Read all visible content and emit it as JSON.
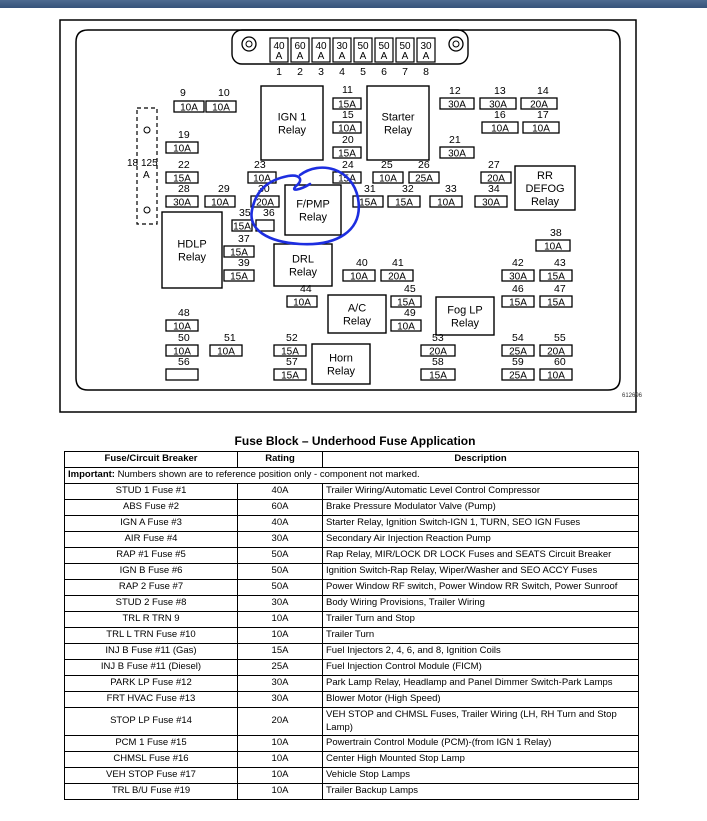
{
  "diagram": {
    "top_fuses": [
      {
        "position": "1",
        "rating": "40 A"
      },
      {
        "position": "2",
        "rating": "60 A"
      },
      {
        "position": "3",
        "rating": "40 A"
      },
      {
        "position": "4",
        "rating": "30 A"
      },
      {
        "position": "5",
        "rating": "50 A"
      },
      {
        "position": "6",
        "rating": "50 A"
      },
      {
        "position": "7",
        "rating": "50 A"
      },
      {
        "position": "8",
        "rating": "30 A"
      }
    ],
    "fuses": [
      {
        "position": "9",
        "rating": "10A"
      },
      {
        "position": "10",
        "rating": "10A"
      },
      {
        "position": "11",
        "rating": "15A"
      },
      {
        "position": "15",
        "rating": "10A"
      },
      {
        "position": "20",
        "rating": "15A"
      },
      {
        "position": "12",
        "rating": "30A"
      },
      {
        "position": "13",
        "rating": "30A"
      },
      {
        "position": "14",
        "rating": "20A"
      },
      {
        "position": "16",
        "rating": "10A"
      },
      {
        "position": "17",
        "rating": "10A"
      },
      {
        "position": "19",
        "rating": "10A"
      },
      {
        "position": "21",
        "rating": "30A"
      },
      {
        "position": "22",
        "rating": "15A"
      },
      {
        "position": "23",
        "rating": "10A"
      },
      {
        "position": "24",
        "rating": "15A"
      },
      {
        "position": "25",
        "rating": "10A"
      },
      {
        "position": "26",
        "rating": "25A"
      },
      {
        "position": "27",
        "rating": "20A"
      },
      {
        "position": "28",
        "rating": "30A"
      },
      {
        "position": "29",
        "rating": "10A"
      },
      {
        "position": "30",
        "rating": "20A"
      },
      {
        "position": "31",
        "rating": "15A"
      },
      {
        "position": "32",
        "rating": "15A"
      },
      {
        "position": "33",
        "rating": "10A"
      },
      {
        "position": "34",
        "rating": "30A"
      },
      {
        "position": "35",
        "rating": "15A"
      },
      {
        "position": "36",
        "rating": ""
      },
      {
        "position": "37",
        "rating": "15A"
      },
      {
        "position": "38",
        "rating": "10A"
      },
      {
        "position": "39",
        "rating": "15A"
      },
      {
        "position": "40",
        "rating": "10A"
      },
      {
        "position": "41",
        "rating": "20A"
      },
      {
        "position": "42",
        "rating": "30A"
      },
      {
        "position": "43",
        "rating": "15A"
      },
      {
        "position": "44",
        "rating": "10A"
      },
      {
        "position": "45",
        "rating": "15A"
      },
      {
        "position": "46",
        "rating": "15A"
      },
      {
        "position": "47",
        "rating": "15A"
      },
      {
        "position": "48",
        "rating": "10A"
      },
      {
        "position": "49",
        "rating": "10A"
      },
      {
        "position": "50",
        "rating": "10A"
      },
      {
        "position": "51",
        "rating": "10A"
      },
      {
        "position": "52",
        "rating": "15A"
      },
      {
        "position": "53",
        "rating": "20A"
      },
      {
        "position": "54",
        "rating": "25A"
      },
      {
        "position": "55",
        "rating": "20A"
      },
      {
        "position": "56",
        "rating": ""
      },
      {
        "position": "57",
        "rating": "15A"
      },
      {
        "position": "58",
        "rating": "15A"
      },
      {
        "position": "59",
        "rating": "25A"
      },
      {
        "position": "60",
        "rating": "10A"
      }
    ],
    "relays": [
      {
        "label": [
          "IGN 1",
          "Relay"
        ]
      },
      {
        "label": [
          "Starter",
          "Relay"
        ]
      },
      {
        "label": [
          "F/PMP",
          "Relay"
        ]
      },
      {
        "label": [
          "RR",
          "DEFOG",
          "Relay"
        ]
      },
      {
        "label": [
          "HDLP",
          "Relay"
        ]
      },
      {
        "label": [
          "DRL",
          "Relay"
        ]
      },
      {
        "label": [
          "A/C",
          "Relay"
        ]
      },
      {
        "label": [
          "Fog LP",
          "Relay"
        ]
      },
      {
        "label": [
          "Horn",
          "Relay"
        ]
      }
    ],
    "connector_label": [
      "18",
      "125",
      "A"
    ],
    "image_code": "612696"
  },
  "table": {
    "title": "Fuse Block – Underhood Fuse Application",
    "headers": [
      "Fuse/Circuit Breaker",
      "Rating",
      "Description"
    ],
    "important_label": "Important:",
    "important_text": " Numbers shown are to reference position only - component not marked.",
    "rows": [
      [
        "STUD 1 Fuse #1",
        "40A",
        "Trailer Wiring/Automatic Level Control Compressor"
      ],
      [
        "ABS Fuse #2",
        "60A",
        "Brake Pressure Modulator Valve (Pump)"
      ],
      [
        "IGN A Fuse #3",
        "40A",
        "Starter Relay, Ignition Switch-IGN 1, TURN, SEO IGN Fuses"
      ],
      [
        "AIR Fuse #4",
        "30A",
        "Secondary Air Injection Reaction Pump"
      ],
      [
        "RAP #1 Fuse #5",
        "50A",
        "Rap Relay, MIR/LOCK DR LOCK Fuses and SEATS Circuit Breaker"
      ],
      [
        "IGN B Fuse #6",
        "50A",
        "Ignition Switch-Rap Relay, Wiper/Washer and SEO ACCY Fuses"
      ],
      [
        "RAP 2 Fuse #7",
        "50A",
        "Power Window RF switch, Power Window RR Switch, Power Sunroof"
      ],
      [
        "STUD 2 Fuse #8",
        "30A",
        "Body Wiring Provisions, Trailer Wiring"
      ],
      [
        "TRL R TRN 9",
        "10A",
        "Trailer Turn and Stop"
      ],
      [
        "TRL L TRN Fuse #10",
        "10A",
        "Trailer Turn"
      ],
      [
        "INJ B Fuse #11 (Gas)",
        "15A",
        "Fuel Injectors 2, 4, 6, and 8, Ignition Coils"
      ],
      [
        "INJ B Fuse #11 (Diesel)",
        "25A",
        "Fuel Injection Control Module (FICM)"
      ],
      [
        "PARK LP Fuse #12",
        "30A",
        "Park Lamp Relay, Headlamp and Panel Dimmer Switch-Park Lamps"
      ],
      [
        "FRT HVAC Fuse #13",
        "30A",
        "Blower Motor (High Speed)"
      ],
      [
        "STOP LP Fuse #14",
        "20A",
        "VEH STOP and CHMSL Fuses, Trailer Wiring (LH, RH Turn and Stop Lamp)"
      ],
      [
        "PCM 1 Fuse #15",
        "10A",
        "Powertrain Control Module (PCM)-(from IGN 1 Relay)"
      ],
      [
        "CHMSL Fuse #16",
        "10A",
        "Center High Mounted Stop Lamp"
      ],
      [
        "VEH STOP Fuse #17",
        "10A",
        "Vehicle Stop Lamps"
      ],
      [
        "TRL B/U Fuse #19",
        "10A",
        "Trailer Backup Lamps"
      ]
    ]
  }
}
